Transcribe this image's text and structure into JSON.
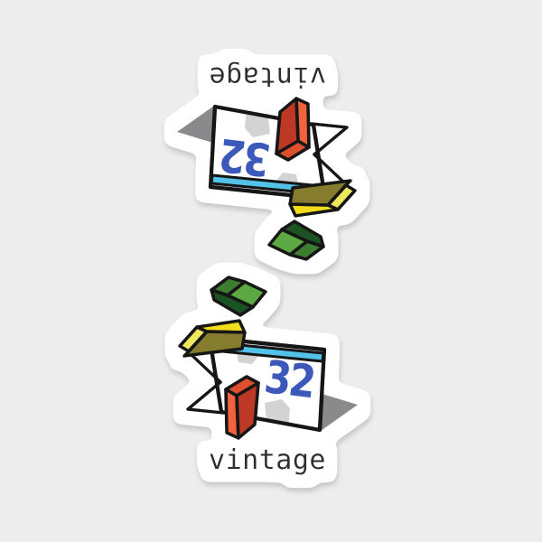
{
  "background_color": "#EDEDED",
  "sticker": {
    "design_label": "vintage",
    "number": "32",
    "instance_top": "rotated-180",
    "instance_bottom": "upright",
    "colors": {
      "sticker_white": "#FFFFFF",
      "sticker_shadow": "#C6C6C6",
      "outline": "#161616",
      "card": "#FFFFFF",
      "stripe_cyan": "#53C2E8",
      "number_blue": "#3A58BA",
      "label_text": "#2D2D2D",
      "cast_shadow_gray": "#8A8A8C",
      "blob_gray": "#D3D3D3",
      "red_top": "#DE4F2D",
      "red_bright": "#F1623E",
      "red_dark": "#BE3927",
      "yellow_pale": "#EFE75B",
      "yellow_bright": "#F2DC1C",
      "yellow_olive": "#857B2D",
      "green_medium": "#3E7D33",
      "green_bright": "#5BA843",
      "green_dark": "#1E5323"
    }
  }
}
